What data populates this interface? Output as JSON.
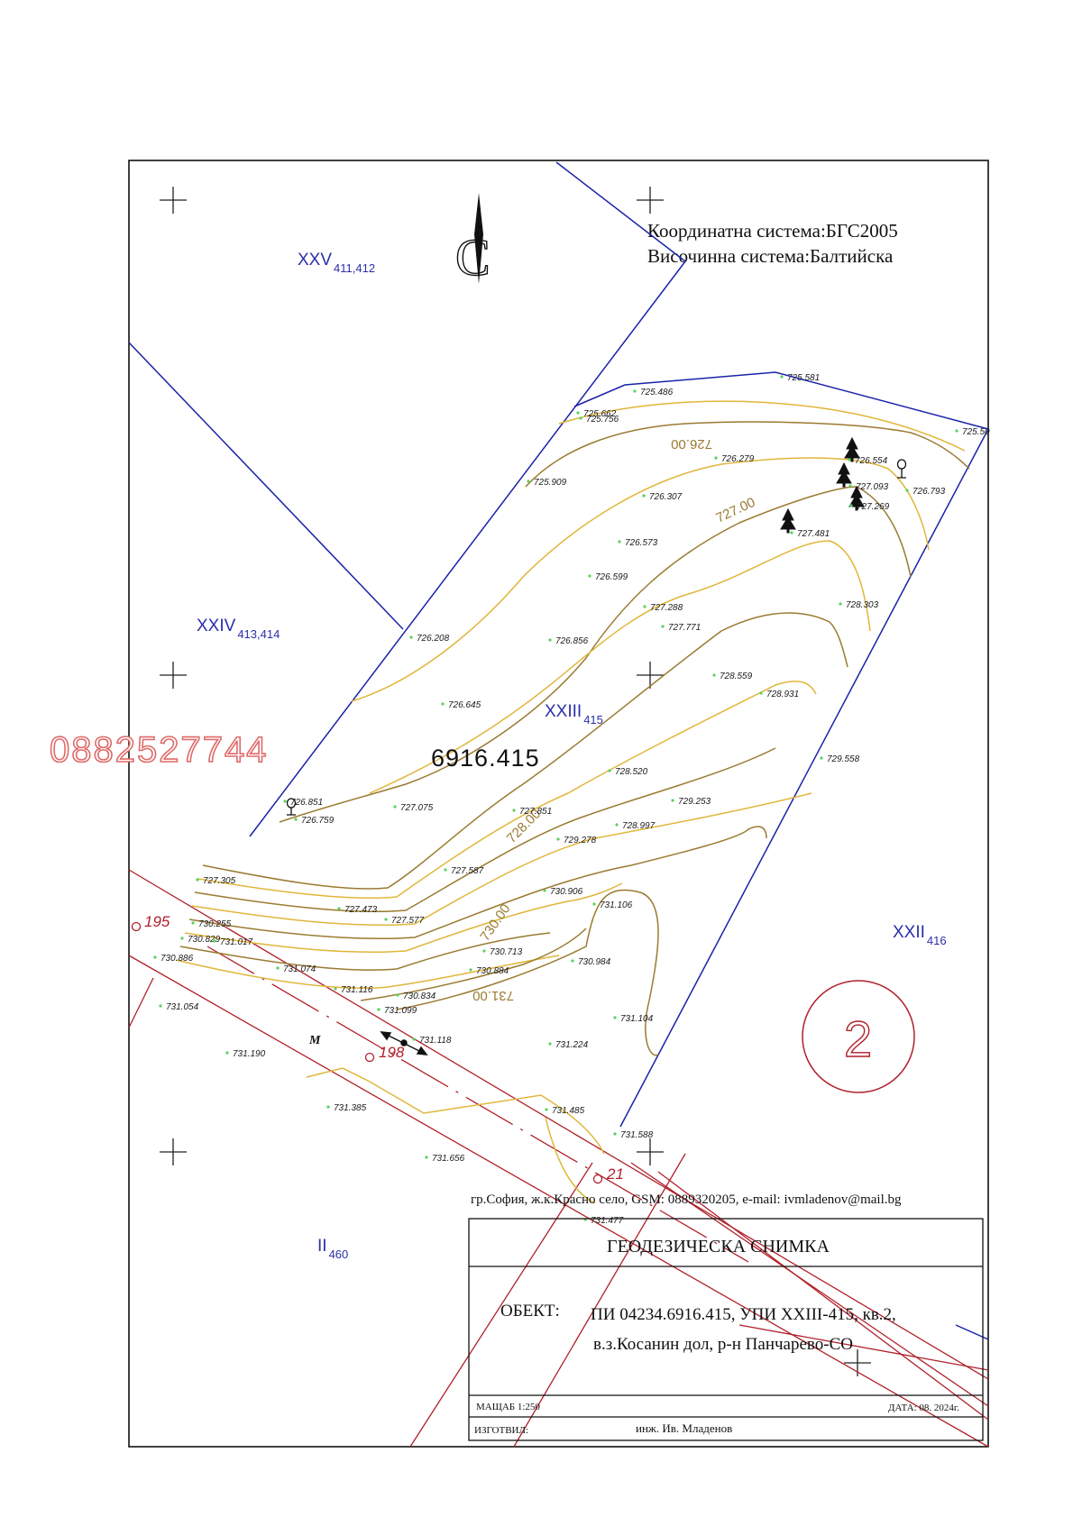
{
  "header": {
    "coord_system": "Координатна система:БГС2005",
    "height_system": "Височинна система:Балтийска"
  },
  "north_symbol": "С",
  "watermark": "0882527744",
  "parcel_id": "6916.415",
  "parcels": [
    {
      "name": "XXV",
      "sub": "411,412"
    },
    {
      "name": "XXIV",
      "sub": "413,414"
    },
    {
      "name": "XXIII",
      "sub": "415"
    },
    {
      "name": "XXII",
      "sub": "416"
    },
    {
      "name": "II",
      "sub": "460"
    }
  ],
  "quarter_number": "2",
  "contours": [
    "726.00",
    "727.00",
    "728.00",
    "730.00",
    "731.00"
  ],
  "elevations": [
    "725.486",
    "725.581",
    "725.50",
    "725.662",
    "725.756",
    "725.909",
    "726.279",
    "726.554",
    "727.093",
    "726.793",
    "727.269",
    "726.307",
    "727.481",
    "726.573",
    "726.599",
    "728.303",
    "727.288",
    "727.771",
    "726.208",
    "726.856",
    "728.559",
    "728.931",
    "726.645",
    "729.558",
    "728.520",
    "726.851",
    "726.759",
    "727.075",
    "727.851",
    "729.253",
    "728.997",
    "729.278",
    "727.587",
    "727.305",
    "730.906",
    "731.106",
    "727.473",
    "727.577",
    "730.255",
    "730.829",
    "731.017",
    "730.713",
    "730.886",
    "730.884",
    "730.984",
    "731.074",
    "731.116",
    "730.834",
    "731.099",
    "731.054",
    "731.104",
    "731.118",
    "731.224",
    "731.190",
    "731.385",
    "731.485",
    "731.588",
    "731.656",
    "731.477"
  ],
  "points": [
    "195",
    "198",
    "21"
  ],
  "road_mark": "M",
  "contact": "гр.София, ж.к.Красно село, GSM: 0889320205, e-mail: ivmladenov@mail.bg",
  "title_block": {
    "title": "ГЕОДЕЗИЧЕСКА СНИМКА",
    "object_label": "ОБЕКТ:",
    "object_line1": "ПИ 04234.6916.415, УПИ XXIII-415, кв.2,",
    "object_line2": "в.з.Косанин дол, р-н Панчарево-СО",
    "scale": "МАЩАБ 1:250",
    "date": "ДАТА: 08. 2024г.",
    "made_by_label": "ИЗГОТВИЛ:",
    "made_by": "инж. Ив. Младенов"
  },
  "symbols": {
    "tree": "tree-icon",
    "deciduous": "deciduous-tree-icon",
    "north": "north-arrow-icon",
    "cross": "grid-cross-icon"
  }
}
